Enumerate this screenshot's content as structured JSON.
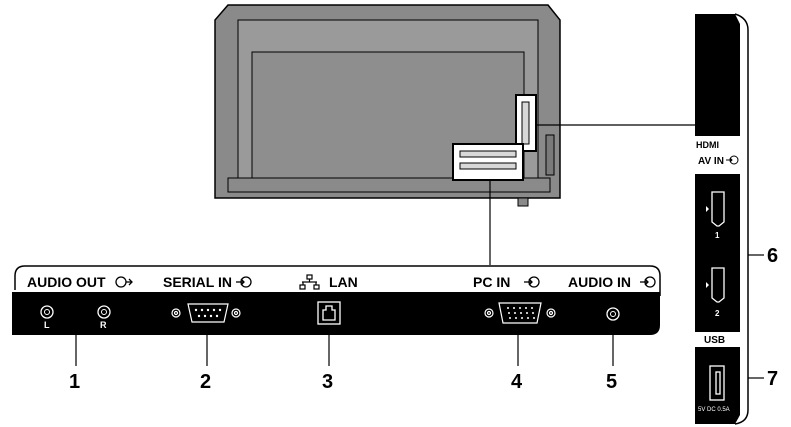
{
  "bottom_panel": {
    "audio_out": "AUDIO OUT",
    "audio_out_left": "L",
    "audio_out_right": "R",
    "serial_in": "SERIAL IN",
    "lan": "LAN",
    "pc_in": "PC IN",
    "audio_in": "AUDIO IN"
  },
  "side_panel": {
    "hdmi": "HDMI",
    "av_in": "AV IN",
    "hdmi_port_1": "1",
    "hdmi_port_2": "2",
    "usb": "USB",
    "usb_rating": "5V DC 0.5A"
  },
  "callouts": {
    "c1": "1",
    "c2": "2",
    "c3": "3",
    "c4": "4",
    "c5": "5",
    "c6": "6",
    "c7": "7"
  }
}
